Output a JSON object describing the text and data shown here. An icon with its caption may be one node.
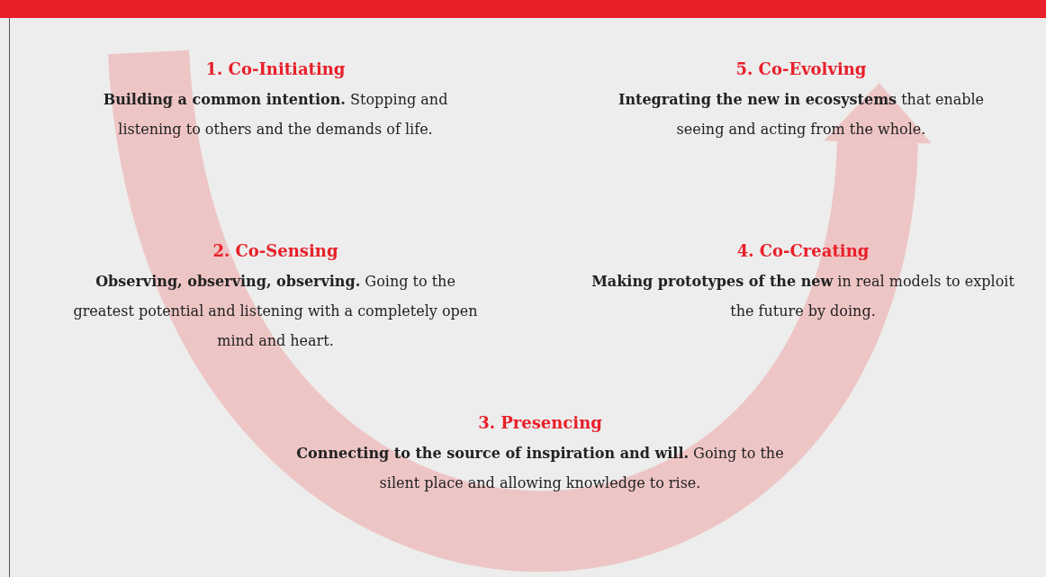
{
  "diagram": {
    "labels": [
      "1. Co-Initiating",
      "**Building a common intention.** Stopping and listening to others and the demands of life.",
      "5. Co-Evolving",
      "**Integrating the new in ecosystems** that enable seeing and acting from the whole.",
      "2. Co-Sensing",
      "**Observing, observing, observing.** Going to the greatest potential and listening with a completely open mind and heart.",
      "4. Co-Creating",
      "**Making prototypes of the new** in real models to exploit the future by doing.",
      "3. Presencing",
      "**Connecting to the source of inspiration and will.** Going to the silent place and allowing knowledge to rise."
    ]
  }
}
